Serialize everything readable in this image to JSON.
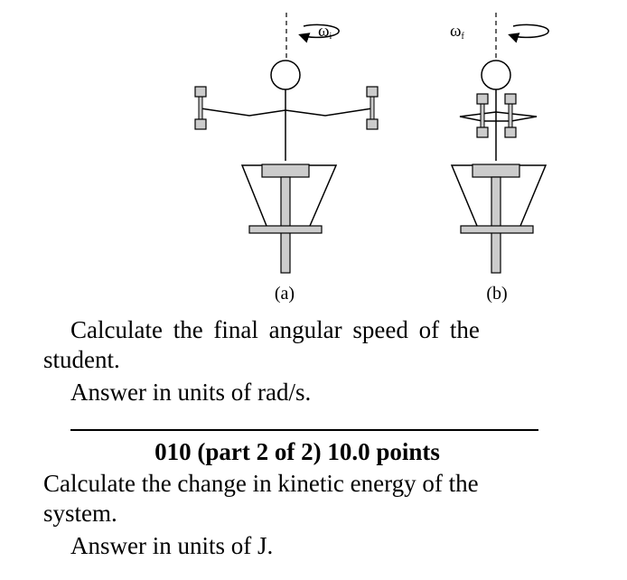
{
  "figure": {
    "omega_initial": {
      "symbol": "ω",
      "subscript": "i"
    },
    "omega_final": {
      "symbol": "ω",
      "subscript": "f"
    },
    "label_a": "(a)",
    "label_b": "(b)"
  },
  "part1": {
    "prompt_line1": "Calculate the final angular speed of the",
    "prompt_line2": "student.",
    "answer_units": "Answer in units of  rad/s."
  },
  "part2": {
    "heading": "010 (part 2 of 2) 10.0 points",
    "prompt_line1": "Calculate the change in kinetic energy of the",
    "prompt_line2": "system.",
    "answer_units": "Answer in units of  J."
  },
  "colors": {
    "fill_gray": "#cccccc",
    "stroke": "#000000"
  }
}
